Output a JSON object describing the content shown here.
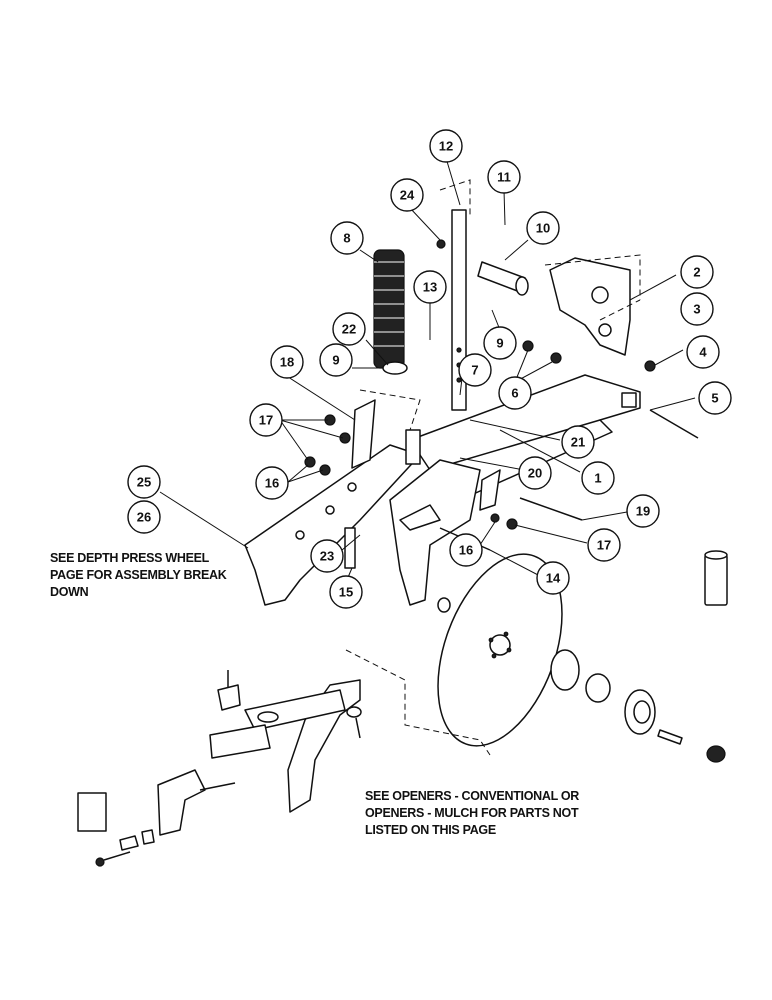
{
  "notes": {
    "depth_press": [
      "SEE DEPTH PRESS WHEEL",
      "PAGE FOR ASSEMBLY BREAK",
      "DOWN"
    ],
    "openers": [
      "SEE OPENERS - CONVENTIONAL OR",
      "OPENERS - MULCH FOR PARTS NOT",
      "LISTED ON THIS PAGE"
    ]
  },
  "callouts": [
    "1",
    "2",
    "3",
    "4",
    "5",
    "6",
    "7",
    "8",
    "9",
    "9",
    "10",
    "11",
    "12",
    "13",
    "14",
    "15",
    "16",
    "16",
    "17",
    "17",
    "18",
    "19",
    "20",
    "21",
    "22",
    "23",
    "24",
    "25",
    "26"
  ]
}
